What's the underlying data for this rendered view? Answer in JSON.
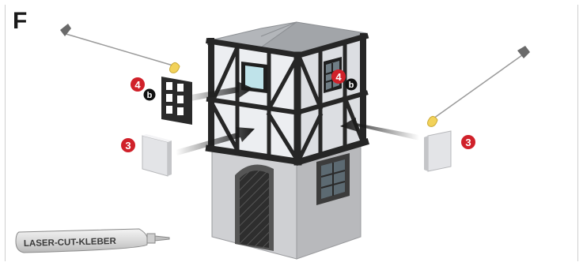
{
  "step_letter": "F",
  "glue_tube_label": "LASER-CUT-KLEBER",
  "callouts": [
    {
      "id": "left-window",
      "number": "4",
      "letter": "b"
    },
    {
      "id": "left-plate",
      "number": "3",
      "letter": ""
    },
    {
      "id": "right-window",
      "number": "4",
      "letter": "b"
    },
    {
      "id": "right-plate",
      "number": "3",
      "letter": ""
    }
  ],
  "colors": {
    "callout_red": "#d0212a",
    "callout_black": "#111111",
    "timber": "#2a2a2a",
    "plaster": "#ecedf0",
    "stone": "#c8c9cc",
    "roof": "#a8abaf"
  },
  "icons": [
    "glue-applicator-icon",
    "glue-tube-icon",
    "arrow-icon"
  ]
}
